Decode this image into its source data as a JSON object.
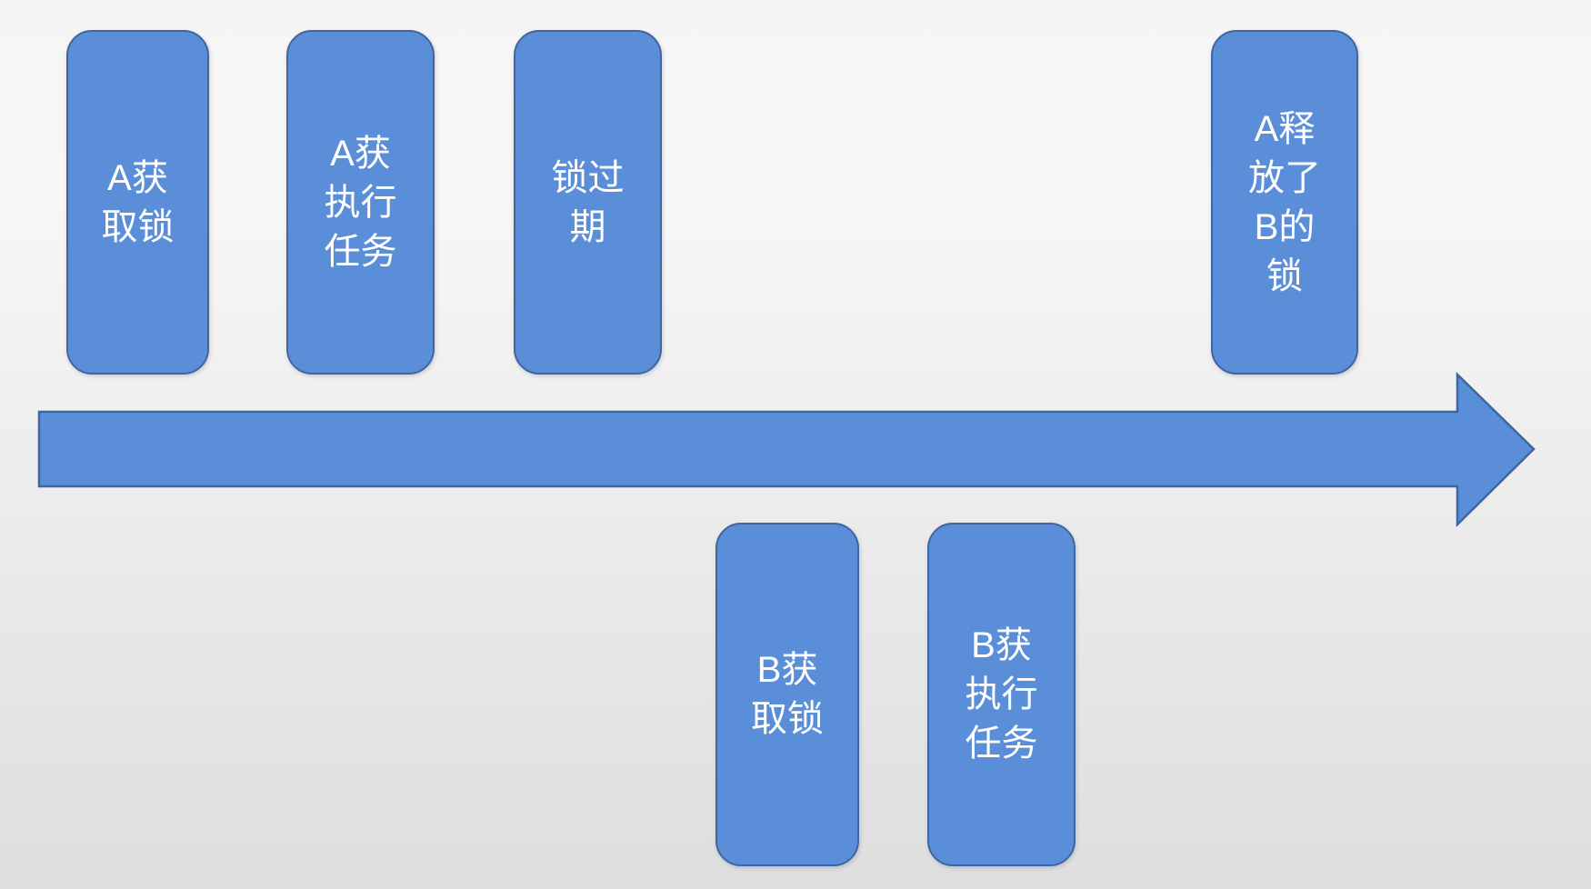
{
  "diagram": {
    "type": "timeline",
    "colors": {
      "shape_fill": "#5B8ED9",
      "shape_border": "#41659F",
      "text": "#FFFFFF",
      "background_top": "#F5F5F5",
      "background_bottom": "#DEDEDE"
    },
    "timeline_arrow": {
      "name": "time-axis-arrow",
      "direction": "right"
    },
    "events_above": [
      {
        "label": "A获取锁",
        "display": "A获\n取锁"
      },
      {
        "label": "A获执行任务",
        "display": "A获\n执行\n任务"
      },
      {
        "label": "锁过期",
        "display": "锁过\n期"
      },
      {
        "label": "A释放了B的锁",
        "display": "A释\n放了\nB的\n锁"
      }
    ],
    "events_below": [
      {
        "label": "B获取锁",
        "display": "B获\n取锁"
      },
      {
        "label": "B获执行任务",
        "display": "B获\n执行\n任务"
      }
    ]
  }
}
